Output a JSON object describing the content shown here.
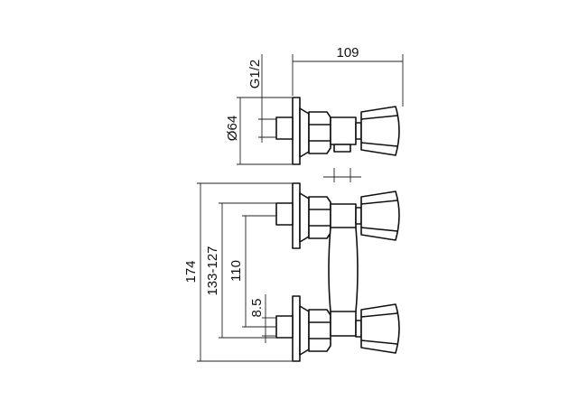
{
  "dimensions": {
    "top_length": "109",
    "thread": "G1/2",
    "flange_diameter": "Ø64",
    "outlet_width": "",
    "total_height": "174",
    "center_range": "133-127",
    "center_distance": "110",
    "lower_offset": "8.5"
  },
  "colors": {
    "line": "#111111",
    "background": "#ffffff"
  }
}
